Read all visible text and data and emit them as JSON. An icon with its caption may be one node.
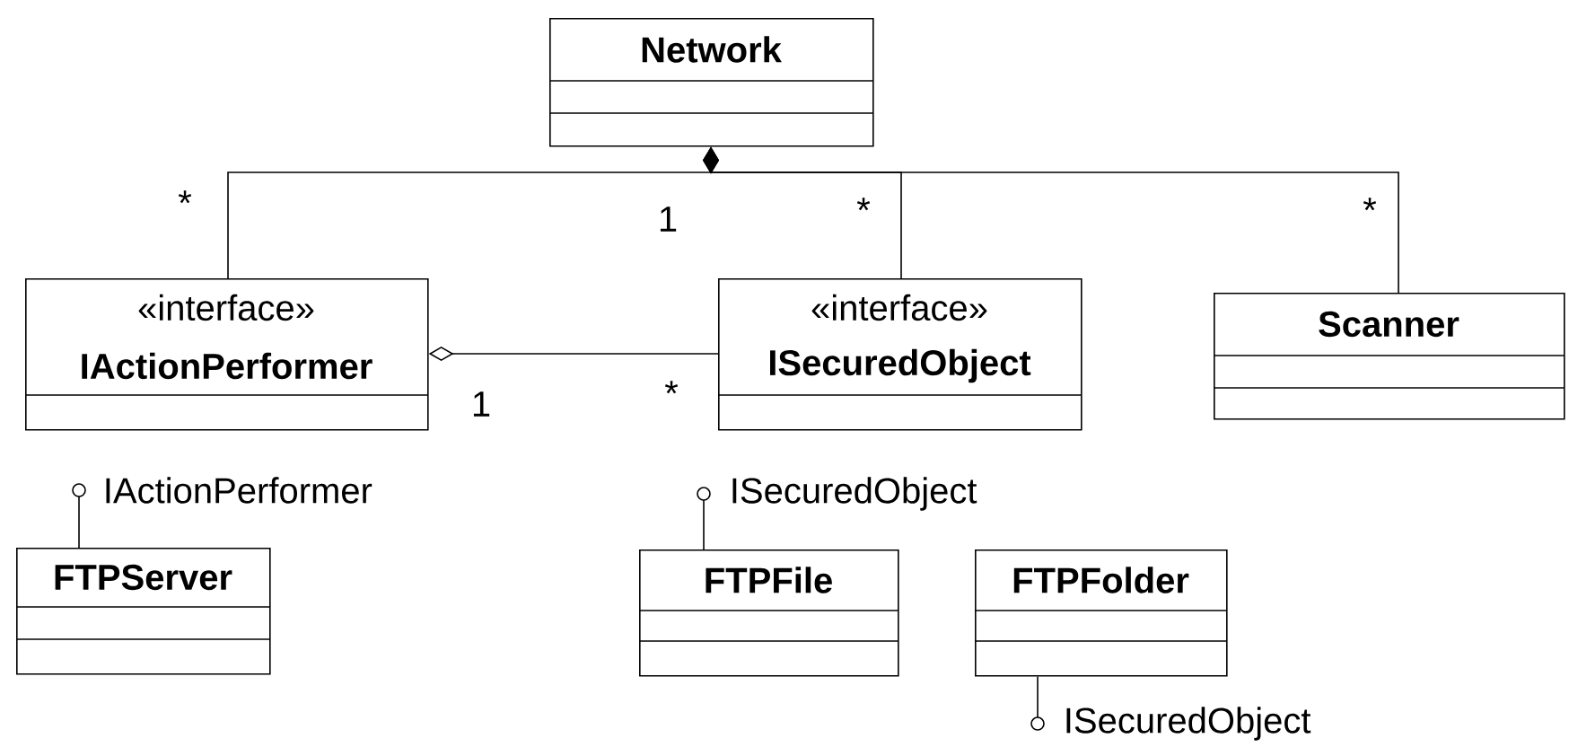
{
  "diagram": {
    "nodes": [
      {
        "text": [
          "Network"
        ]
      },
      {
        "text": [
          "«interface»",
          "IActionPerformer"
        ]
      },
      {
        "text": [
          "«interface»",
          "ISecuredObject"
        ]
      },
      {
        "text": [
          "Scanner"
        ]
      },
      {
        "text": [
          "FTPServer"
        ]
      },
      {
        "text": [
          "FTPFile"
        ]
      },
      {
        "text": [
          "FTPFolder"
        ]
      },
      {
        "text": [
          "IActionPerformer"
        ]
      },
      {
        "text": [
          "ISecuredObject"
        ]
      },
      {
        "text": [
          "ISecuredObject"
        ]
      }
    ],
    "edges": [
      {
        "from": 1,
        "to": 0,
        "arrow": "other"
      },
      {
        "from": 2,
        "to": 0,
        "arrow": "other"
      },
      {
        "from": 3,
        "to": 0,
        "arrow": "other"
      },
      {
        "from": 2,
        "to": 1,
        "arrow": "other"
      },
      {
        "from": 4,
        "to": 7,
        "arrow": "other"
      },
      {
        "from": 5,
        "to": 8,
        "arrow": "other"
      },
      {
        "from": 6,
        "to": 9,
        "arrow": "other"
      }
    ],
    "labels": [
      "*",
      "1",
      "*",
      "*",
      "1",
      "*"
    ]
  }
}
